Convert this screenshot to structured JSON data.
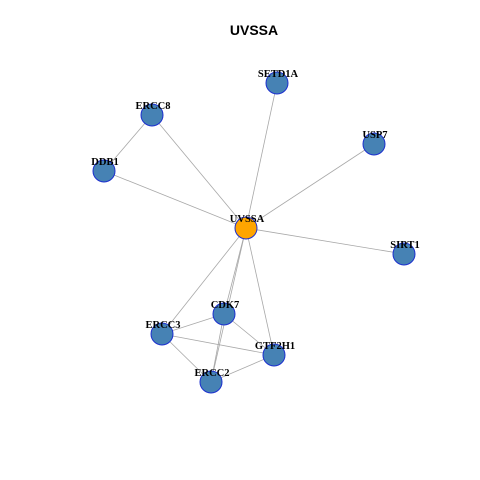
{
  "title": "UVSSA",
  "colors": {
    "hub_fill": "#FFA500",
    "node_fill": "#4682B4",
    "node_stroke": "#1C2FCF",
    "edge": "#A8A8A8"
  },
  "nodes": [
    {
      "id": "UVSSA",
      "label": "UVSSA",
      "hub": true
    },
    {
      "id": "SETD1A",
      "label": "SETD1A"
    },
    {
      "id": "ERCC8",
      "label": "ERCC8"
    },
    {
      "id": "USP7",
      "label": "USP7"
    },
    {
      "id": "DDB1",
      "label": "DDB1"
    },
    {
      "id": "SIRT1",
      "label": "SIRT1"
    },
    {
      "id": "CDK7",
      "label": "CDK7"
    },
    {
      "id": "ERCC3",
      "label": "ERCC3"
    },
    {
      "id": "GTF2H1",
      "label": "GTF2H1"
    },
    {
      "id": "ERCC2",
      "label": "ERCC2"
    }
  ],
  "edges": [
    [
      "UVSSA",
      "SETD1A"
    ],
    [
      "UVSSA",
      "ERCC8"
    ],
    [
      "UVSSA",
      "USP7"
    ],
    [
      "UVSSA",
      "DDB1"
    ],
    [
      "UVSSA",
      "SIRT1"
    ],
    [
      "UVSSA",
      "CDK7"
    ],
    [
      "UVSSA",
      "ERCC3"
    ],
    [
      "UVSSA",
      "GTF2H1"
    ],
    [
      "UVSSA",
      "ERCC2"
    ],
    [
      "ERCC8",
      "DDB1"
    ],
    [
      "CDK7",
      "ERCC3"
    ],
    [
      "CDK7",
      "GTF2H1"
    ],
    [
      "CDK7",
      "ERCC2"
    ],
    [
      "ERCC3",
      "GTF2H1"
    ],
    [
      "ERCC3",
      "ERCC2"
    ],
    [
      "GTF2H1",
      "ERCC2"
    ]
  ]
}
